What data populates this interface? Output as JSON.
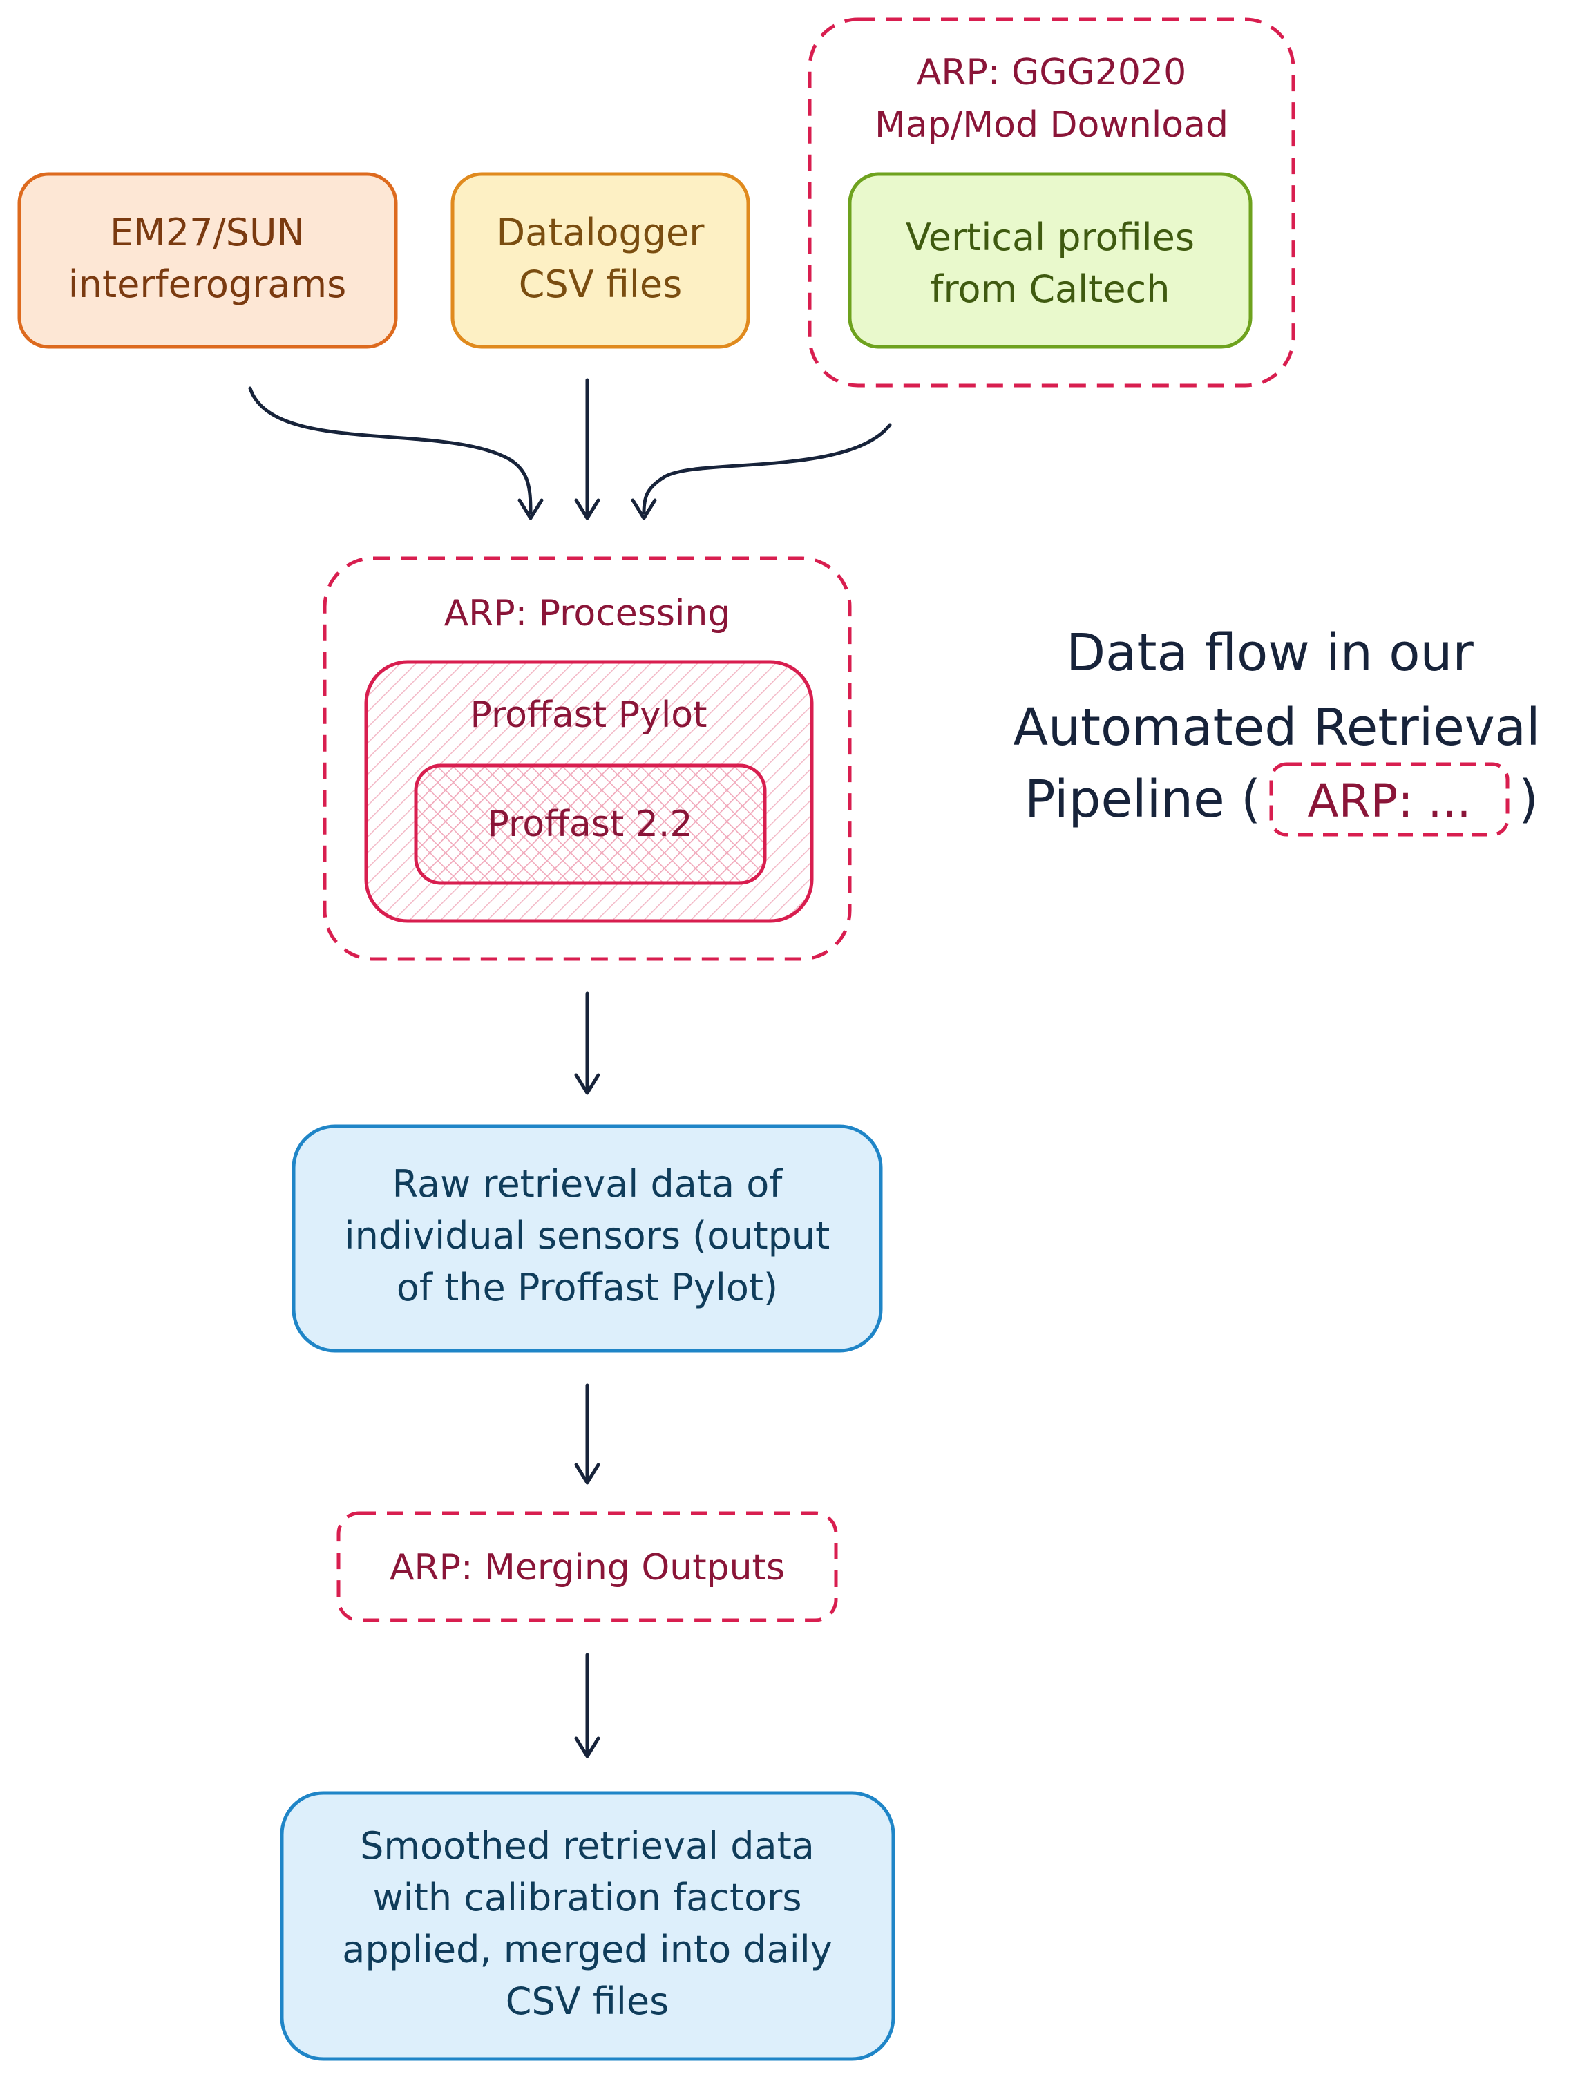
{
  "inputs": {
    "em27": [
      "EM27/SUN",
      "interferograms"
    ],
    "datalogger": [
      "Datalogger",
      "CSV files"
    ],
    "ggg_group": [
      "ARP: GGG2020",
      "Map/Mod Download"
    ],
    "vertical": [
      "Vertical profiles",
      "from Caltech"
    ]
  },
  "processing": {
    "group_label": "ARP: Processing",
    "pylot_label": "Proffast Pylot",
    "proffast_label": "Proffast 2.2"
  },
  "raw_output": [
    "Raw retrieval data of",
    "individual sensors (output",
    "of the Proffast Pylot)"
  ],
  "merging_label": "ARP: Merging Outputs",
  "final_output": [
    "Smoothed retrieval data",
    "with calibration factors",
    "applied, merged into daily",
    "CSV files"
  ],
  "legend": {
    "lines": [
      "Data flow in our",
      "Automated Retrieval"
    ],
    "pipeline_prefix": "Pipeline (",
    "arp_tag": "ARP: ...",
    "pipeline_suffix": ")"
  },
  "colors": {
    "orange_stroke": "#dd6a1e",
    "orange_fill": "#fde7d5",
    "yellow_stroke": "#e08a1e",
    "yellow_fill": "#fdf0c4",
    "green_stroke": "#6ea21e",
    "green_fill": "#e9f9cc",
    "crimson": "#d81e4f",
    "pink_fill": "#fce5ea",
    "blue_stroke": "#1f85c7",
    "blue_fill": "#ddeffb",
    "arrow": "#17233a"
  }
}
